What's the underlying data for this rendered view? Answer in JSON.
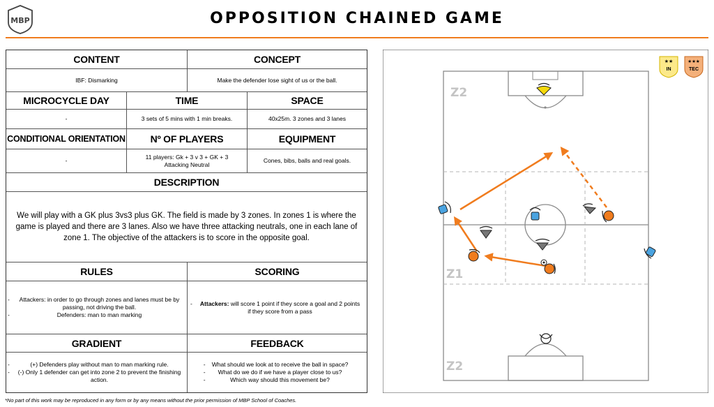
{
  "header": {
    "title": "OPPOSITION CHAINED GAME",
    "logo_text": "MBP"
  },
  "sheet": {
    "content_label": "CONTENT",
    "content_value": "IBF: Dismarking",
    "concept_label": "CONCEPT",
    "concept_value": "Make the defender lose sight of us or the ball.",
    "microcycle_label": "MICROCYCLE DAY",
    "microcycle_value": "-",
    "time_label": "TIME",
    "time_value": "3 sets of 5 mins with 1 min breaks.",
    "space_label": "SPACE",
    "space_value": "40x25m. 3 zones and 3 lanes",
    "orientation_label": "CONDITIONAL ORIENTATION",
    "orientation_value": "-",
    "players_label": "Nº OF PLAYERS",
    "players_value": "11 players: Gk + 3 v 3 + GK + 3 Attacking Neutral",
    "equipment_label": "EQUIPMENT",
    "equipment_value": "Cones, bibs, balls and real goals.",
    "description_label": "DESCRIPTION",
    "description_value": "We will play with a GK plus 3vs3 plus GK. The field is made by 3 zones. In zones 1 is where the game is played and there are 3 lanes. Also we have three attacking neutrals, one in each lane of zone 1. The objective of the attackers is to score in the opposite goal.",
    "rules_label": "RULES",
    "rules_items": [
      "Attackers: in order to go through zones and lanes must be by passing, not driving the ball.",
      "Defenders: man to man marking"
    ],
    "scoring_label": "SCORING",
    "scoring_prefix": "Attackers:",
    "scoring_value": "will score 1 point if they score a goal and 2 points if they score from a pass",
    "gradient_label": "GRADIENT",
    "gradient_items": [
      "(+) Defenders play without man to man marking rule.",
      "(-) Only 1 defender can get into zone 2 to prevent the finishing action."
    ],
    "feedback_label": "FEEDBACK",
    "feedback_items": [
      "What should we look at to receive the ball in space?",
      "What do we do if we have a player close to us?",
      "Which way should this movement be?"
    ]
  },
  "diagram": {
    "zone_labels": [
      "Z2",
      "Z1",
      "Z2"
    ],
    "badge_in_stars": "★★",
    "badge_in_label": "IN",
    "badge_tec_stars": "★★★",
    "badge_tec_label": "TEC",
    "colors": {
      "attacker": "#f07c1e",
      "neutral": "#4aa3e0",
      "defender": "#777777",
      "goalkeeper": "#f5d90a",
      "pass_arrow": "#f07c1e",
      "badge_in": "#fce98a",
      "badge_tec": "#f4b07a"
    }
  },
  "footer": {
    "notice": "*No part of this work may be reproduced in any form or by any means without the prior permission of MBP School of Coaches."
  }
}
